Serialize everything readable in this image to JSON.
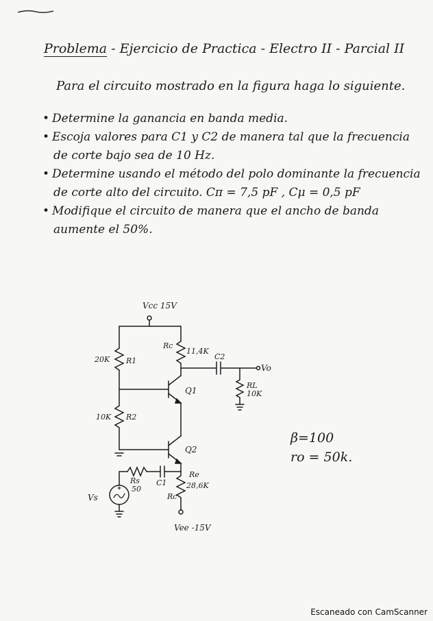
{
  "document": {
    "title_underlined": "Problema",
    "title_rest": " - Ejercicio de Practica - Electro II - Parcial II",
    "intro": "Para el circuito mostrado en la figura haga lo siguiente.",
    "bullets": [
      {
        "line1": "Determine la ganancia en banda media.",
        "line2": ""
      },
      {
        "line1": "Escoja valores para C1 y C2 de manera tal que la frecuencia",
        "line2": "de corte bajo sea de 10 Hz."
      },
      {
        "line1": "Determine usando el método del polo dominante la frecuencia",
        "line2": "de corte alto del circuito. Cπ = 7,5 pF , Cμ = 0,5 pF"
      },
      {
        "line1": "Modifique el circuito de manera que el ancho de banda",
        "line2": "aumente el 50%."
      }
    ],
    "beta": "β=100",
    "ro": "ro = 50k."
  },
  "circuit": {
    "vcc": "Vcc 15V",
    "vee": "Vee -15V",
    "r1_value": "20K",
    "r1_name": "R1",
    "rc_name": "Rc",
    "rc_value": "11,4K",
    "c2_name": "C2",
    "vo": "Vo",
    "rl_name": "RL",
    "rl_value": "10K",
    "q1": "Q1",
    "r2_value": "10K",
    "r2_name": "R2",
    "q2": "Q2",
    "rs_name": "Rs",
    "rs_value": "50",
    "c1_name": "C1",
    "re_name": "Re",
    "re_value": "28,6K",
    "rc2_name": "Rc",
    "vs": "Vs"
  },
  "footer": {
    "scanner": "Escaneado con CamScanner"
  }
}
